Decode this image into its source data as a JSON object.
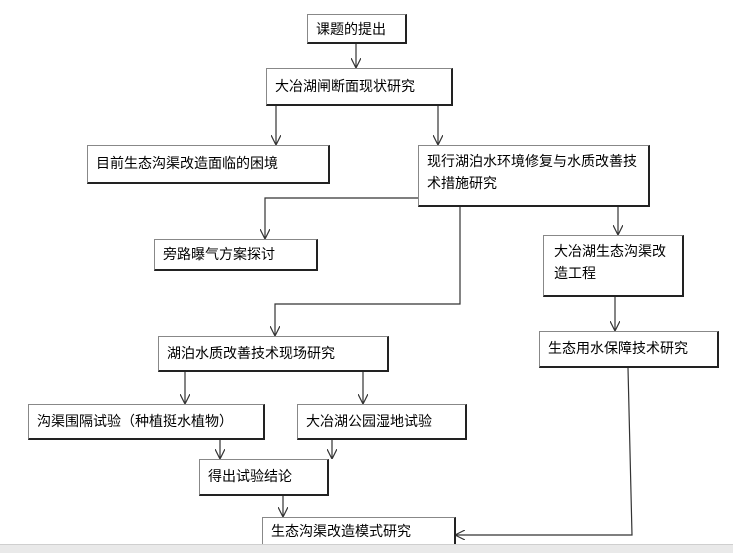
{
  "nodes": {
    "topic": "课题的提出",
    "status_study": "大冶湖闸断面现状研究",
    "difficulty": "目前生态沟渠改造面临的困境",
    "tech_study": "现行湖泊水环境修复与水质改善技术措施研究",
    "bypass": "旁路曝气方案探讨",
    "daye_project": "大冶湖生态沟渠改造工程",
    "field_study": "湖泊水质改善技术现场研究",
    "water_guarantee": "生态用水保障技术研究",
    "ditch_test": "沟渠围隔试验（种植挺水植物）",
    "park_test": "大冶湖公园湿地试验",
    "conclusion": "得出试验结论",
    "model_study": "生态沟渠改造模式研究"
  }
}
